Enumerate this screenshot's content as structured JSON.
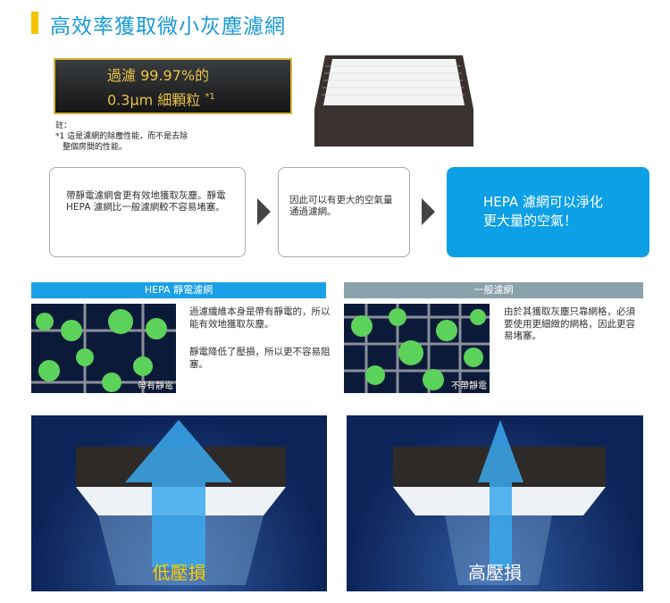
{
  "title": "高效率獲取微小灰塵濾網",
  "claim": {
    "line1": "過濾 99.97%的",
    "line2": "0.3µm 細顆粒",
    "footnote_mark": "*1"
  },
  "notes": {
    "label": "註：",
    "line1": "*1 這是濾網的除塵性能，而不是去除",
    "line2": "整個房間的性能。"
  },
  "flow": [
    {
      "text": "帶靜電濾網會更有效地獲取灰塵。靜電 HEPA 濾網比一般濾網較不容易堵塞。"
    },
    {
      "text": "因此可以有更大的空氣量通過濾網。"
    },
    {
      "text": "HEPA 濾網可以淨化更大量的空氣！"
    }
  ],
  "compare": {
    "hepa": {
      "header": "HEPA 靜電濾網",
      "caption": "帶有靜電",
      "desc1": "過濾纖維本身是帶有靜電的，所以能有效地獲取灰塵。",
      "desc2": "靜電降低了壓損，所以更不容易阻塞。"
    },
    "normal": {
      "header": "一般濾網",
      "caption": "不帶靜電",
      "desc1": "由於其獲取灰塵只靠網格，必須要使用更細緻的網格，因此更容易堵塞。"
    }
  },
  "pressure": {
    "low": "低壓損",
    "high": "高壓損",
    "low_color": "#f5d000",
    "high_color": "#ffffff"
  }
}
